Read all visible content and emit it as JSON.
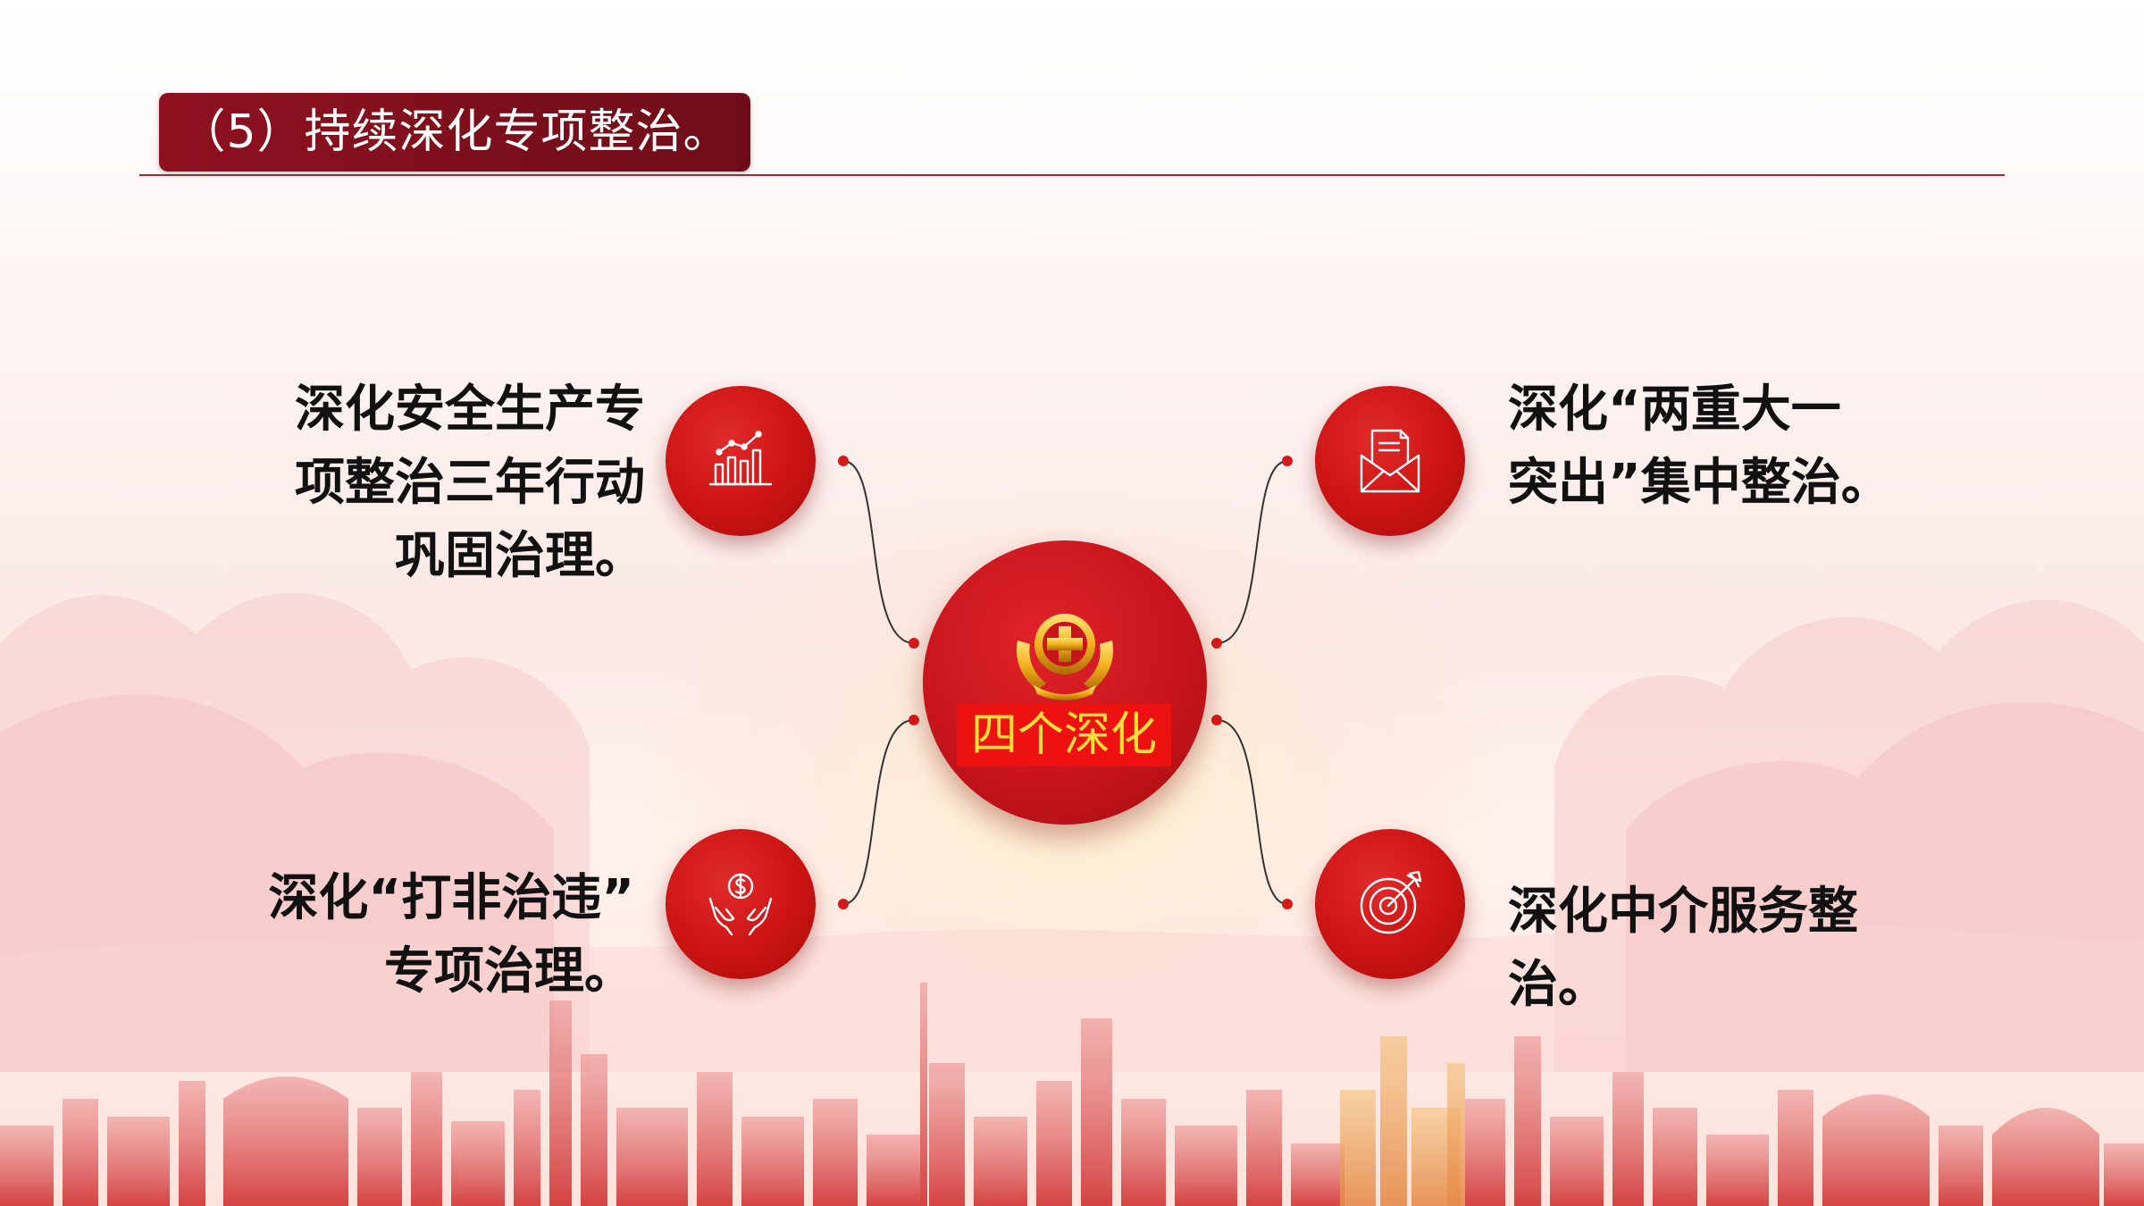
{
  "slide": {
    "title": "（5）持续深化专项整治。",
    "center_label": "四个深化",
    "items": [
      {
        "lines": [
          "深化安全生产专",
          "项整治三年行动",
          "巩固治理。"
        ],
        "icon": "chart-growth-icon"
      },
      {
        "lines": [
          "深化“打非治违”",
          "专项治理。"
        ],
        "icon": "money-hands-icon"
      },
      {
        "lines": [
          "深化“两重大一",
          "突出”集中整治。"
        ],
        "icon": "envelope-document-icon"
      },
      {
        "lines": [
          "深化中介服务整",
          "治。"
        ],
        "icon": "target-arrow-icon"
      }
    ],
    "colors": {
      "accent": "#cc1313",
      "title_bar": "#7f0f1c",
      "label_bg": "#ee1111",
      "label_text": "#ffe033"
    }
  }
}
